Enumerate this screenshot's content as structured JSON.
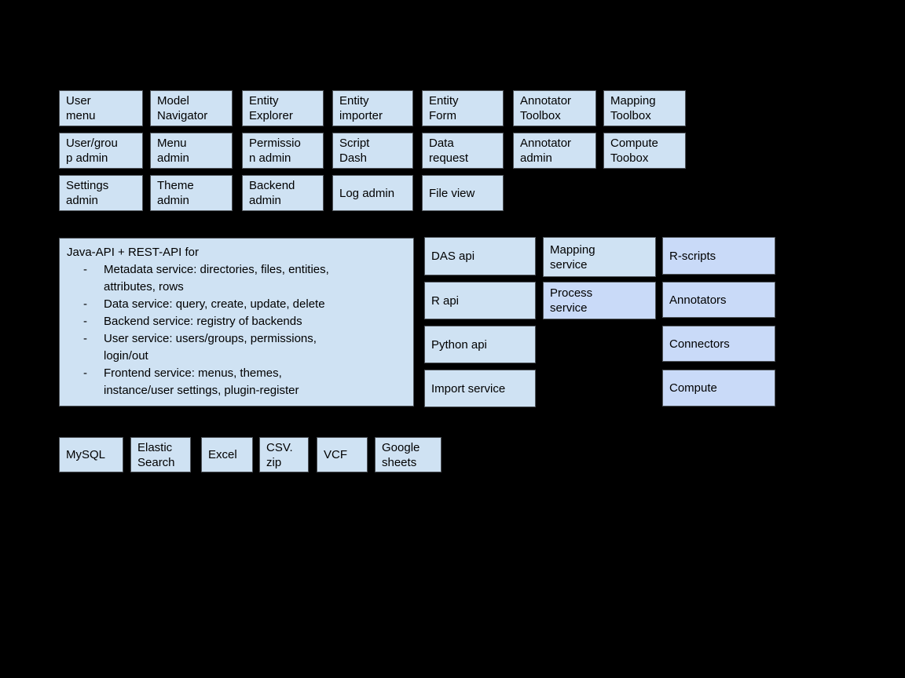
{
  "colors": {
    "background": "#000000",
    "box_fill_blue": "#cfe2f3",
    "box_fill_periwinkle": "#c9daf8",
    "box_border": "#4f545a",
    "text": "#000000"
  },
  "frontend_grid": {
    "row1": [
      "User\nmenu",
      "Model\nNavigator",
      "Entity\nExplorer",
      "Entity\nimporter",
      "Entity\nForm",
      "Annotator\nToolbox",
      "Mapping\nToolbox"
    ],
    "row2": [
      "User/grou\np admin",
      "Menu\nadmin",
      "Permissio\nn admin",
      "Script\nDash",
      "Data\nrequest",
      "Annotator\nadmin",
      "Compute\nToobox"
    ],
    "row3": [
      "Settings\nadmin",
      "Theme\nadmin",
      "Backend\nadmin",
      "Log admin",
      "File view"
    ]
  },
  "api_box": {
    "title": "Java-API + REST-API for",
    "bullet_marker": "-",
    "bullets": [
      "Metadata service: directories, files, entities,\nattributes, rows",
      "Data service: query, create, update, delete",
      "Backend service: registry of backends",
      "User service: users/groups, permissions,\nlogin/out",
      "Frontend service: menus, themes,\ninstance/user settings, plugin-register"
    ]
  },
  "api_column": {
    "items": [
      "DAS api",
      "R api",
      "Python api",
      "Import service"
    ]
  },
  "service_column": {
    "items": [
      "Mapping\nservice",
      "Process\nservice"
    ]
  },
  "extension_column": {
    "items": [
      "R-scripts",
      "Annotators",
      "Connectors",
      "Compute"
    ]
  },
  "backend_row": {
    "items": [
      "MySQL",
      "Elastic\nSearch",
      "Excel",
      "CSV.\nzip",
      "VCF",
      "Google\nsheets"
    ]
  }
}
